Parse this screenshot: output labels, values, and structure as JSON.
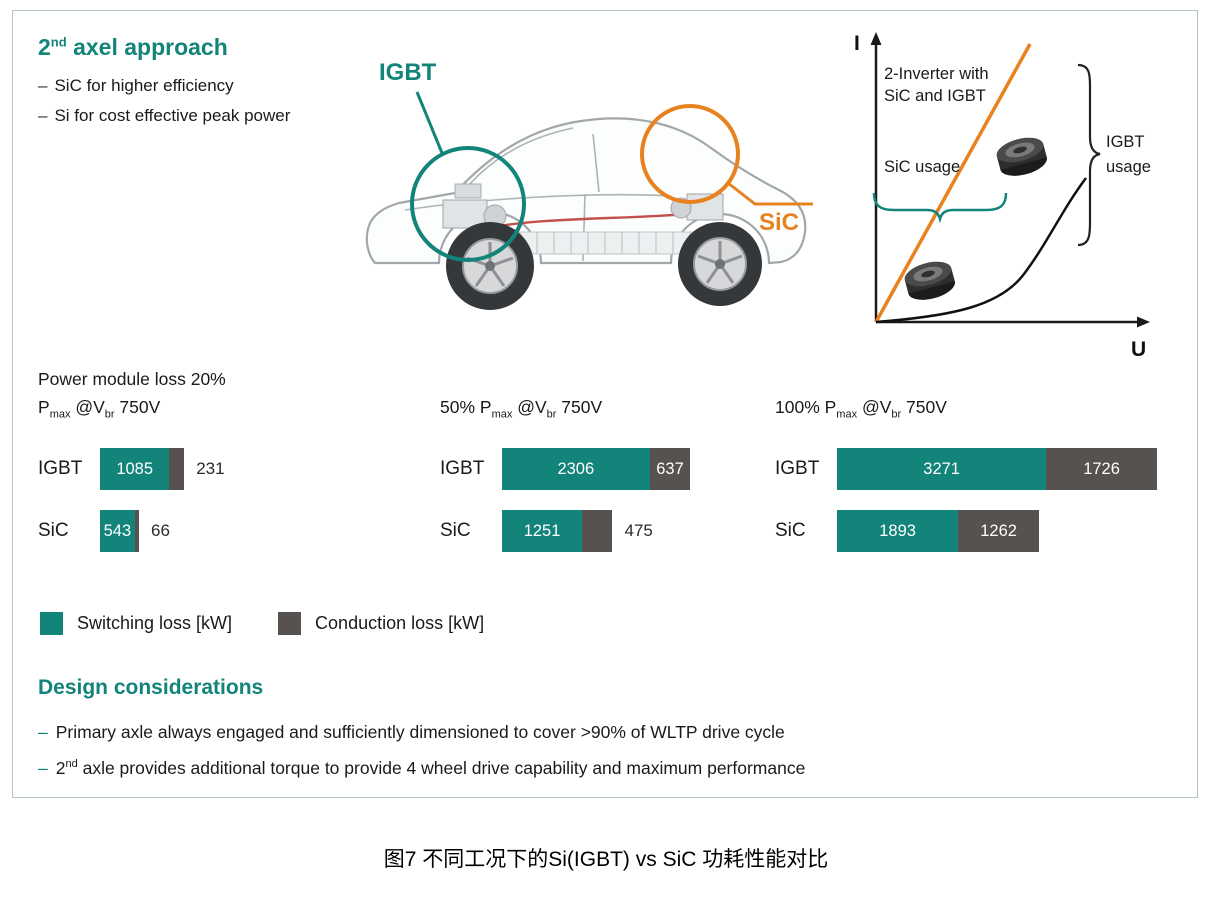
{
  "colors": {
    "teal": "#12847A",
    "orange": "#E8821F",
    "dark_gray": "#575150",
    "frame_border": "#AFC8BA"
  },
  "approach": {
    "title_num": "2",
    "title_sup": "nd",
    "title_rest": " axel approach",
    "bullets": [
      {
        "dash": "–",
        "text": "SiC for higher efficiency"
      },
      {
        "dash": "–",
        "text": "Si for cost effective peak power"
      }
    ]
  },
  "car": {
    "igbt_label": "IGBT",
    "sic_label": "SiC"
  },
  "iv_graph": {
    "y_axis_label": "I",
    "x_axis_label": "U",
    "annotation_line1": "2-Inverter with",
    "annotation_line2": "SiC and IGBT",
    "sic_usage_label": "SiC usage",
    "igbt_usage_line1": "IGBT",
    "igbt_usage_line2": "usage"
  },
  "chart_data": {
    "type": "bar",
    "orientation": "horizontal",
    "stacked": true,
    "unit": "kW",
    "value_axis_range_kw": [
      0,
      5000
    ],
    "series": [
      "Switching loss [kW]",
      "Conduction loss [kW]"
    ],
    "groups": [
      {
        "header": {
          "line1": "Power module loss 20%",
          "line2_parts": [
            "P",
            "max",
            " @V",
            "br",
            " 750V"
          ]
        },
        "rows": [
          {
            "label": "IGBT",
            "switching": 1085,
            "conduction": 231
          },
          {
            "label": "SiC",
            "switching": 543,
            "conduction": 66
          }
        ]
      },
      {
        "header": {
          "line1": "",
          "line2_parts": [
            "50% P",
            "max",
            " @V",
            "br",
            " 750V"
          ]
        },
        "rows": [
          {
            "label": "IGBT",
            "switching": 2306,
            "conduction": 637
          },
          {
            "label": "SiC",
            "switching": 1251,
            "conduction": 475
          }
        ]
      },
      {
        "header": {
          "line1": "",
          "line2_parts": [
            "100% P",
            "max",
            " @V",
            "br",
            " 750V"
          ]
        },
        "rows": [
          {
            "label": "IGBT",
            "switching": 3271,
            "conduction": 1726
          },
          {
            "label": "SiC",
            "switching": 1893,
            "conduction": 1262
          }
        ]
      }
    ]
  },
  "legend": [
    {
      "label": "Switching loss [kW]",
      "color": "#12847A"
    },
    {
      "label": "Conduction loss [kW]",
      "color": "#575150"
    }
  ],
  "design": {
    "heading": "Design considerations",
    "bullets": [
      {
        "dash": "–",
        "pre": "",
        "sup": "",
        "text": "Primary axle always engaged and sufficiently dimensioned to cover >90% of WLTP drive cycle"
      },
      {
        "dash": "–",
        "pre": "2",
        "sup": "nd",
        "text": " axle provides additional torque to provide 4 wheel drive capability and maximum performance"
      }
    ]
  },
  "caption": "图7 不同工况下的Si(IGBT) vs SiC 功耗性能对比"
}
